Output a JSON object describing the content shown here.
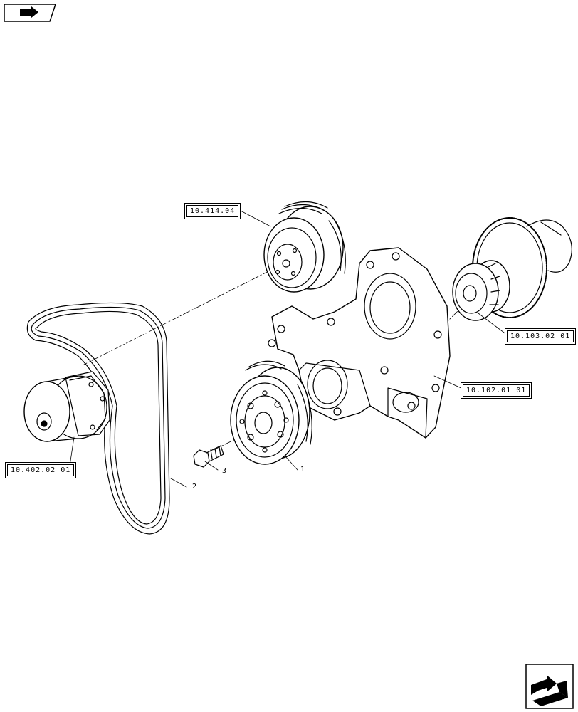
{
  "navigation": {
    "top_button_icon": "back-arrow-icon",
    "bottom_button_icon": "forward-page-arrow-icon"
  },
  "references": {
    "water_pump_pulley": "10.414.04",
    "crankshaft_gear": "10.103.02 01",
    "timing_cover": "10.102.01 01",
    "water_pump": "10.402.02 01"
  },
  "items": {
    "damper_pulley": "1",
    "belt": "2",
    "bolt": "3"
  }
}
